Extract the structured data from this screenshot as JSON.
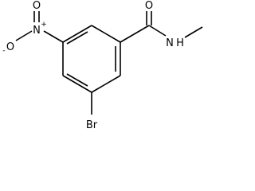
{
  "molecule": {
    "atom_labels": {
      "carbonyl_o": "O",
      "amide_n": "N",
      "amide_h": "H",
      "nitro_n": "N",
      "nitro_n_charge": "+",
      "nitro_o_top": "O",
      "nitro_o_left": "O",
      "nitro_o_left_charge": "-",
      "bromine": "Br"
    }
  }
}
